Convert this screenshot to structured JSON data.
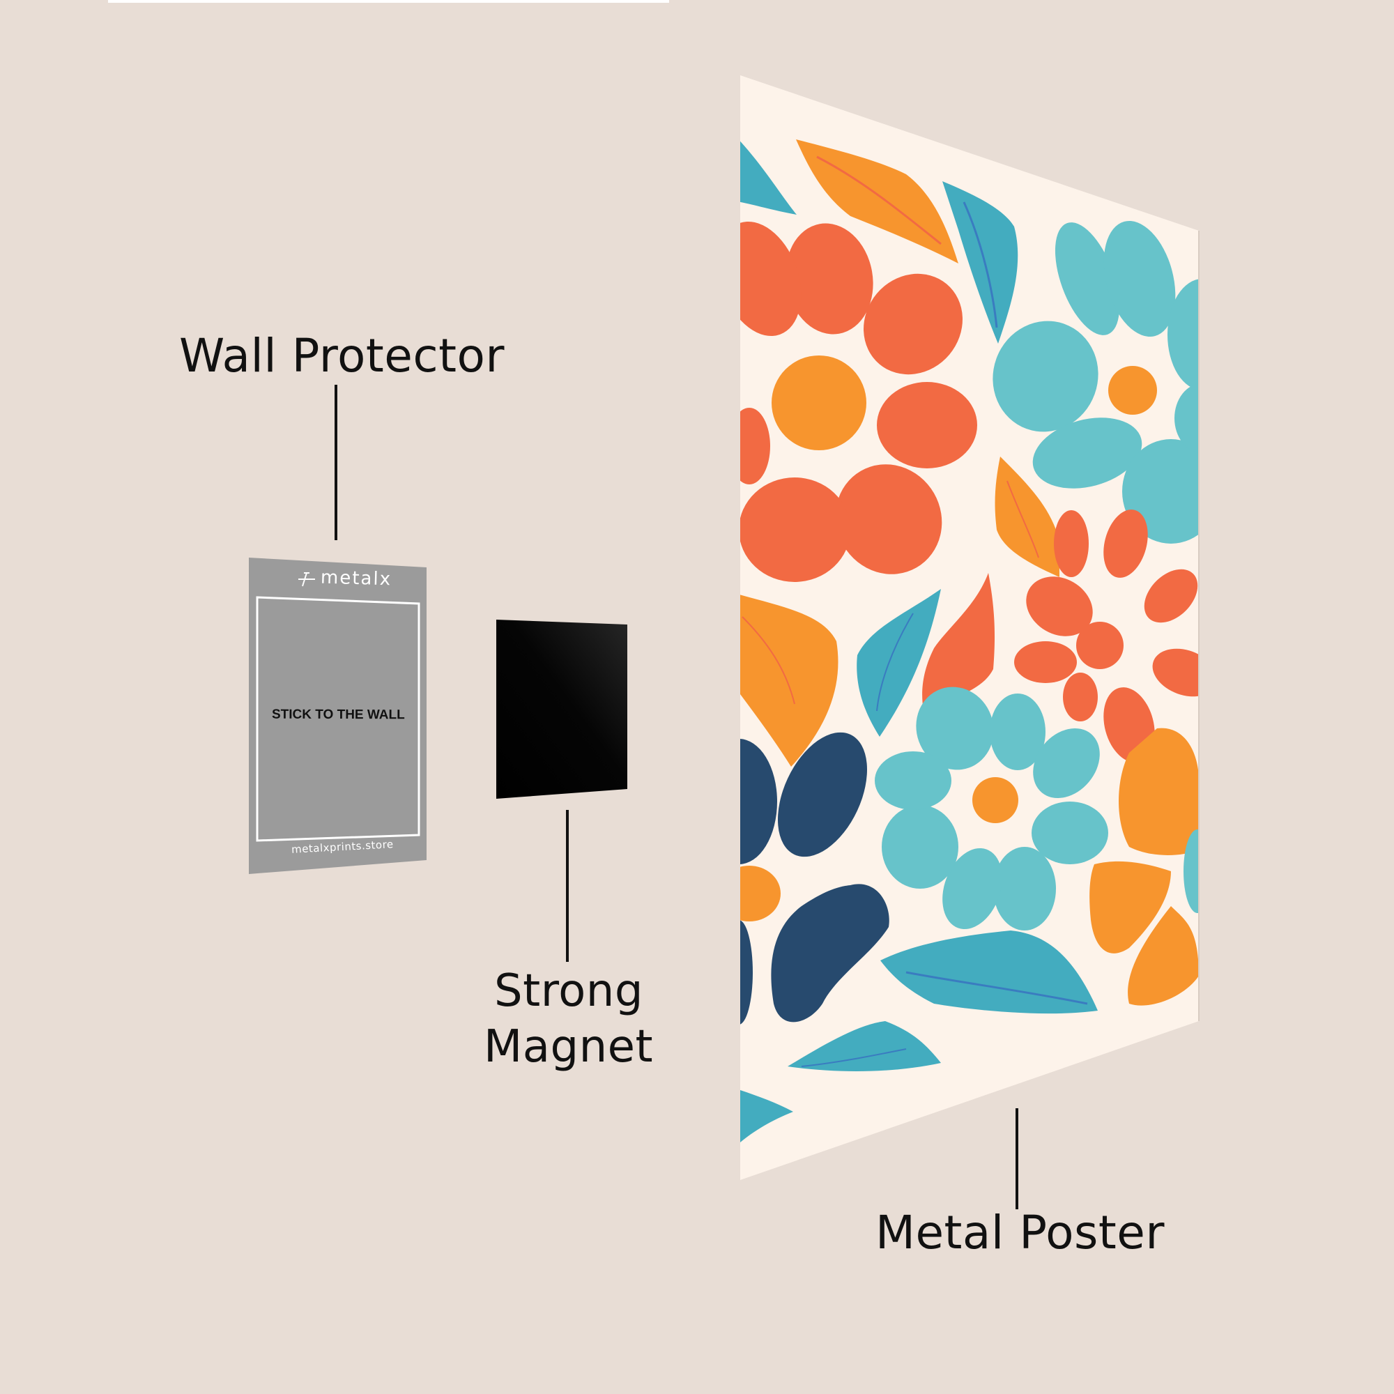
{
  "labels": {
    "wall_protector": "Wall Protector",
    "strong_magnet_line1": "Strong",
    "strong_magnet_line2": "Magnet",
    "metal_poster": "Metal Poster"
  },
  "wall_protector_card": {
    "logo_text": "metalx",
    "main_text": "STICK TO THE WALL",
    "footer_text": "metalxprints.store",
    "color": "#9B9B9B"
  },
  "magnet": {
    "color": "#050505"
  },
  "poster": {
    "background": "#FDF3EA",
    "palette": {
      "coral": "#F26A43",
      "orange": "#F7952E",
      "light_teal": "#67C3CA",
      "teal": "#43ACBF",
      "navy": "#274A6E",
      "vein_blue": "#3A7CC0"
    }
  },
  "background_color": "#E8DDD5"
}
